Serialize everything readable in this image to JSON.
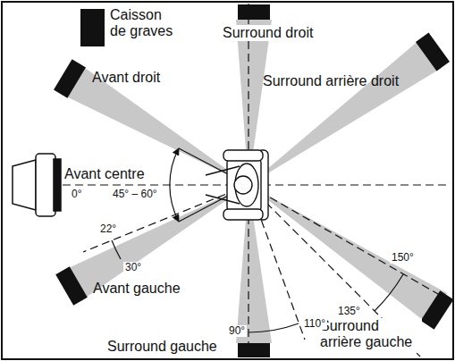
{
  "diagram": {
    "labels": [
      "Caisson de graves",
      "Surround droit",
      "Avant droit",
      "Surround arrière droit",
      "Avant centre",
      "0°",
      "45° – 60°",
      "22°",
      "30°",
      "Avant gauche",
      "150°",
      "135°",
      "Surround arrière gauche",
      "Surround gauche",
      "90°",
      "110°"
    ]
  }
}
